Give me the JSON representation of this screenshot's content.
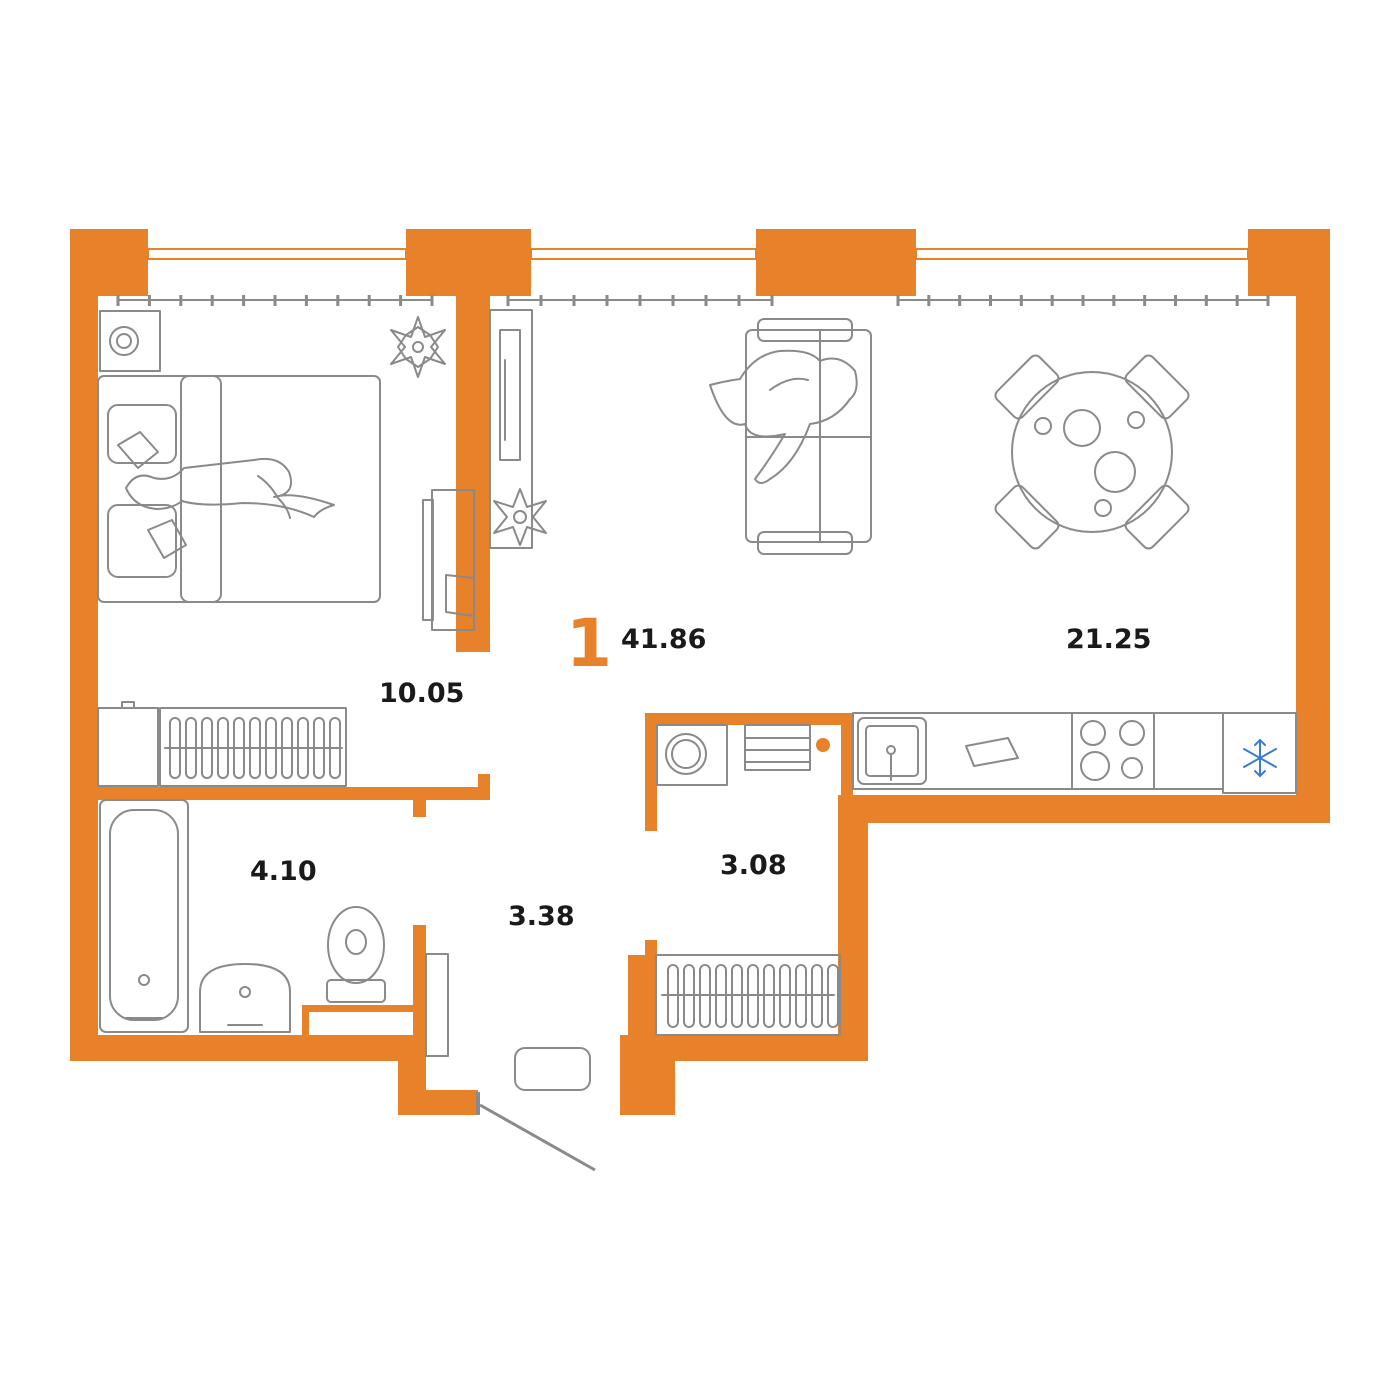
{
  "plan": {
    "room_count": "1",
    "total_area": "41.86",
    "rooms": [
      {
        "area": "10.05"
      },
      {
        "area": "21.25"
      },
      {
        "area": "4.10"
      },
      {
        "area": "3.38"
      },
      {
        "area": "3.08"
      }
    ]
  },
  "colors": {
    "wall": "#e8822a",
    "furniture_line": "#8a8a8a",
    "snowflake": "#3b7bd1"
  },
  "icons": [
    "bed-icon",
    "sofa-icon",
    "dining-table-icon",
    "tv-stand-icon",
    "plant-icon",
    "radiator-icon",
    "bathtub-icon",
    "sink-icon",
    "toilet-icon",
    "washing-machine-icon",
    "kitchen-sink-icon",
    "stove-icon",
    "fridge-icon",
    "snowflake-icon",
    "door-icon"
  ]
}
